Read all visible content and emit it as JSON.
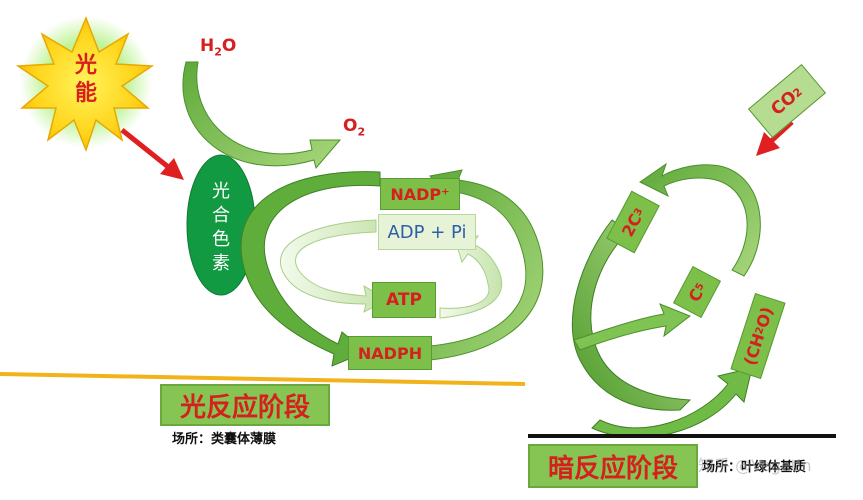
{
  "light": {
    "text": "光能"
  },
  "pigment": {
    "text": "光合色素"
  },
  "h2o": {
    "main": "H",
    "sub": "2",
    "end": "O"
  },
  "o2": {
    "main": "O",
    "sub": "2"
  },
  "nadp": {
    "text": "NADP⁺"
  },
  "adp": {
    "text": "ADP + Pi"
  },
  "atp": {
    "text": "ATP"
  },
  "nadph": {
    "text": "NADPH"
  },
  "co2": {
    "main": "CO",
    "sub": "2"
  },
  "c3": {
    "pre": "2C",
    "sub": "3"
  },
  "c5": {
    "pre": "C",
    "sub": "5"
  },
  "ch2o": {
    "pre": "(CH",
    "sub": "2",
    "end": "O)"
  },
  "light_stage": {
    "title": "光反应阶段",
    "site": "场所：类囊体薄膜"
  },
  "dark_stage": {
    "title": "暗反应阶段",
    "site": "场所：叶绿体基质"
  },
  "watermark": {
    "text": "知乎 @Vegetin"
  },
  "colors": {
    "label_red": "#d61f1f",
    "green": "#7cc04a",
    "dark_green": "#2f8a2a",
    "orange_line": "#f2b21a",
    "arrow_red": "#e02020"
  }
}
